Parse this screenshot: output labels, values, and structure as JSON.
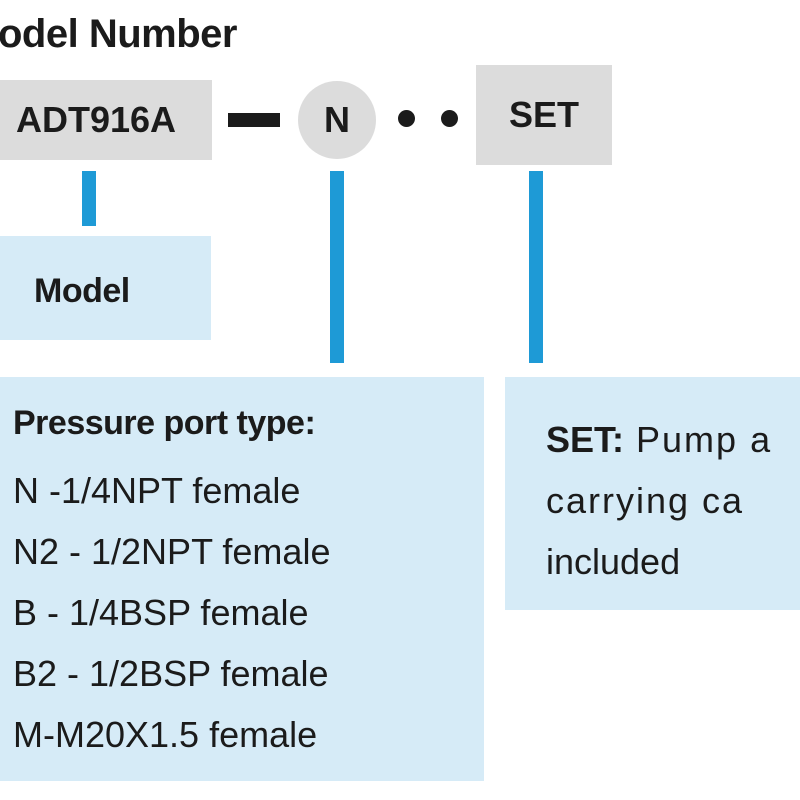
{
  "title": "odel Number",
  "code": {
    "model": "ADT916A",
    "port": "N",
    "set": "SET"
  },
  "model_box": {
    "label": "Model"
  },
  "pressure_box": {
    "heading": "Pressure port type:",
    "items": [
      "N -1/4NPT female",
      "N2 - 1/2NPT female",
      "B - 1/4BSP female",
      "B2 - 1/2BSP female",
      "M-M20X1.5 female"
    ]
  },
  "set_box": {
    "label": "SET:",
    "line1_rest": " Pump a",
    "line2": "carrying ca",
    "line3": "included"
  },
  "colors": {
    "code_gray": "#dcdcdc",
    "connector_blue": "#1e9ad6",
    "panel_blue": "#d6ebf7",
    "text": "#1b1b1b"
  }
}
